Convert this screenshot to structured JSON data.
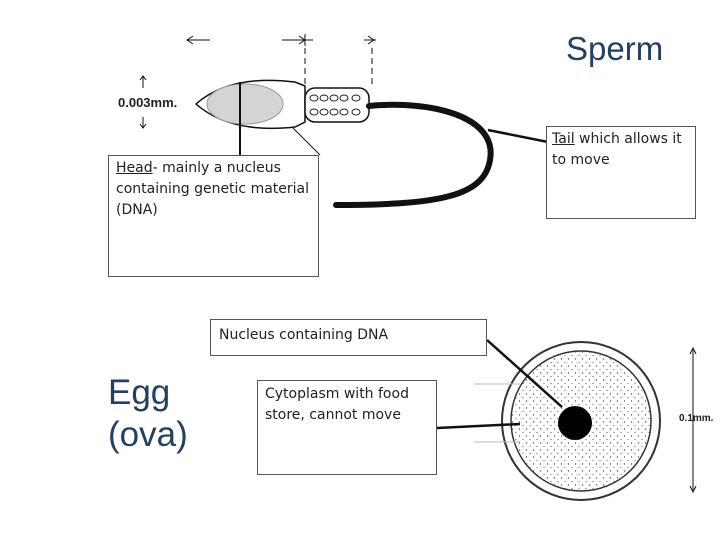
{
  "titles": {
    "sperm": "Sperm",
    "egg_line1": "Egg",
    "egg_line2": "(ova)"
  },
  "measurements": {
    "sperm_width": "0.003mm.",
    "egg_diameter": "0.1mm."
  },
  "labels": {
    "head_term": "Head",
    "head_desc": "- mainly a nucleus containing genetic material (DNA)",
    "tail_term": "Tail",
    "tail_desc": " which allows it to move",
    "nucleus": "Nucleus containing DNA",
    "cytoplasm": "Cytoplasm with food store, cannot move"
  },
  "colors": {
    "title": "#243f60",
    "nucleus_fill": "#d4d4d4",
    "ink": "#111111"
  }
}
